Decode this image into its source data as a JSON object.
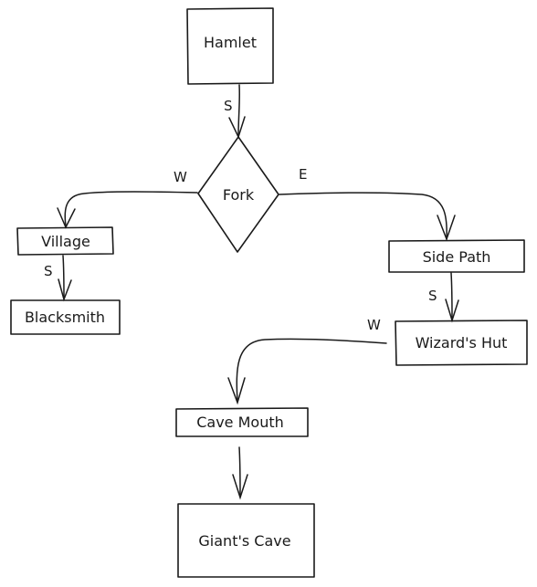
{
  "nodes": {
    "hamlet": {
      "label": "Hamlet"
    },
    "fork": {
      "label": "Fork"
    },
    "village": {
      "label": "Village"
    },
    "blacksmith": {
      "label": "Blacksmith"
    },
    "side_path": {
      "label": "Side Path"
    },
    "wizards_hut": {
      "label": "Wizard's Hut"
    },
    "cave_mouth": {
      "label": "Cave Mouth"
    },
    "giants_cave": {
      "label": "Giant's Cave"
    }
  },
  "edges": {
    "hamlet_to_fork": {
      "label": "S"
    },
    "fork_to_village": {
      "label": "W"
    },
    "fork_to_side_path": {
      "label": "E"
    },
    "village_to_blacksmith": {
      "label": "S"
    },
    "side_path_to_wizards_hut": {
      "label": "S"
    },
    "wizards_hut_to_cave_mouth": {
      "label": "W"
    },
    "cave_mouth_to_giants_cave": {
      "label": ""
    }
  }
}
